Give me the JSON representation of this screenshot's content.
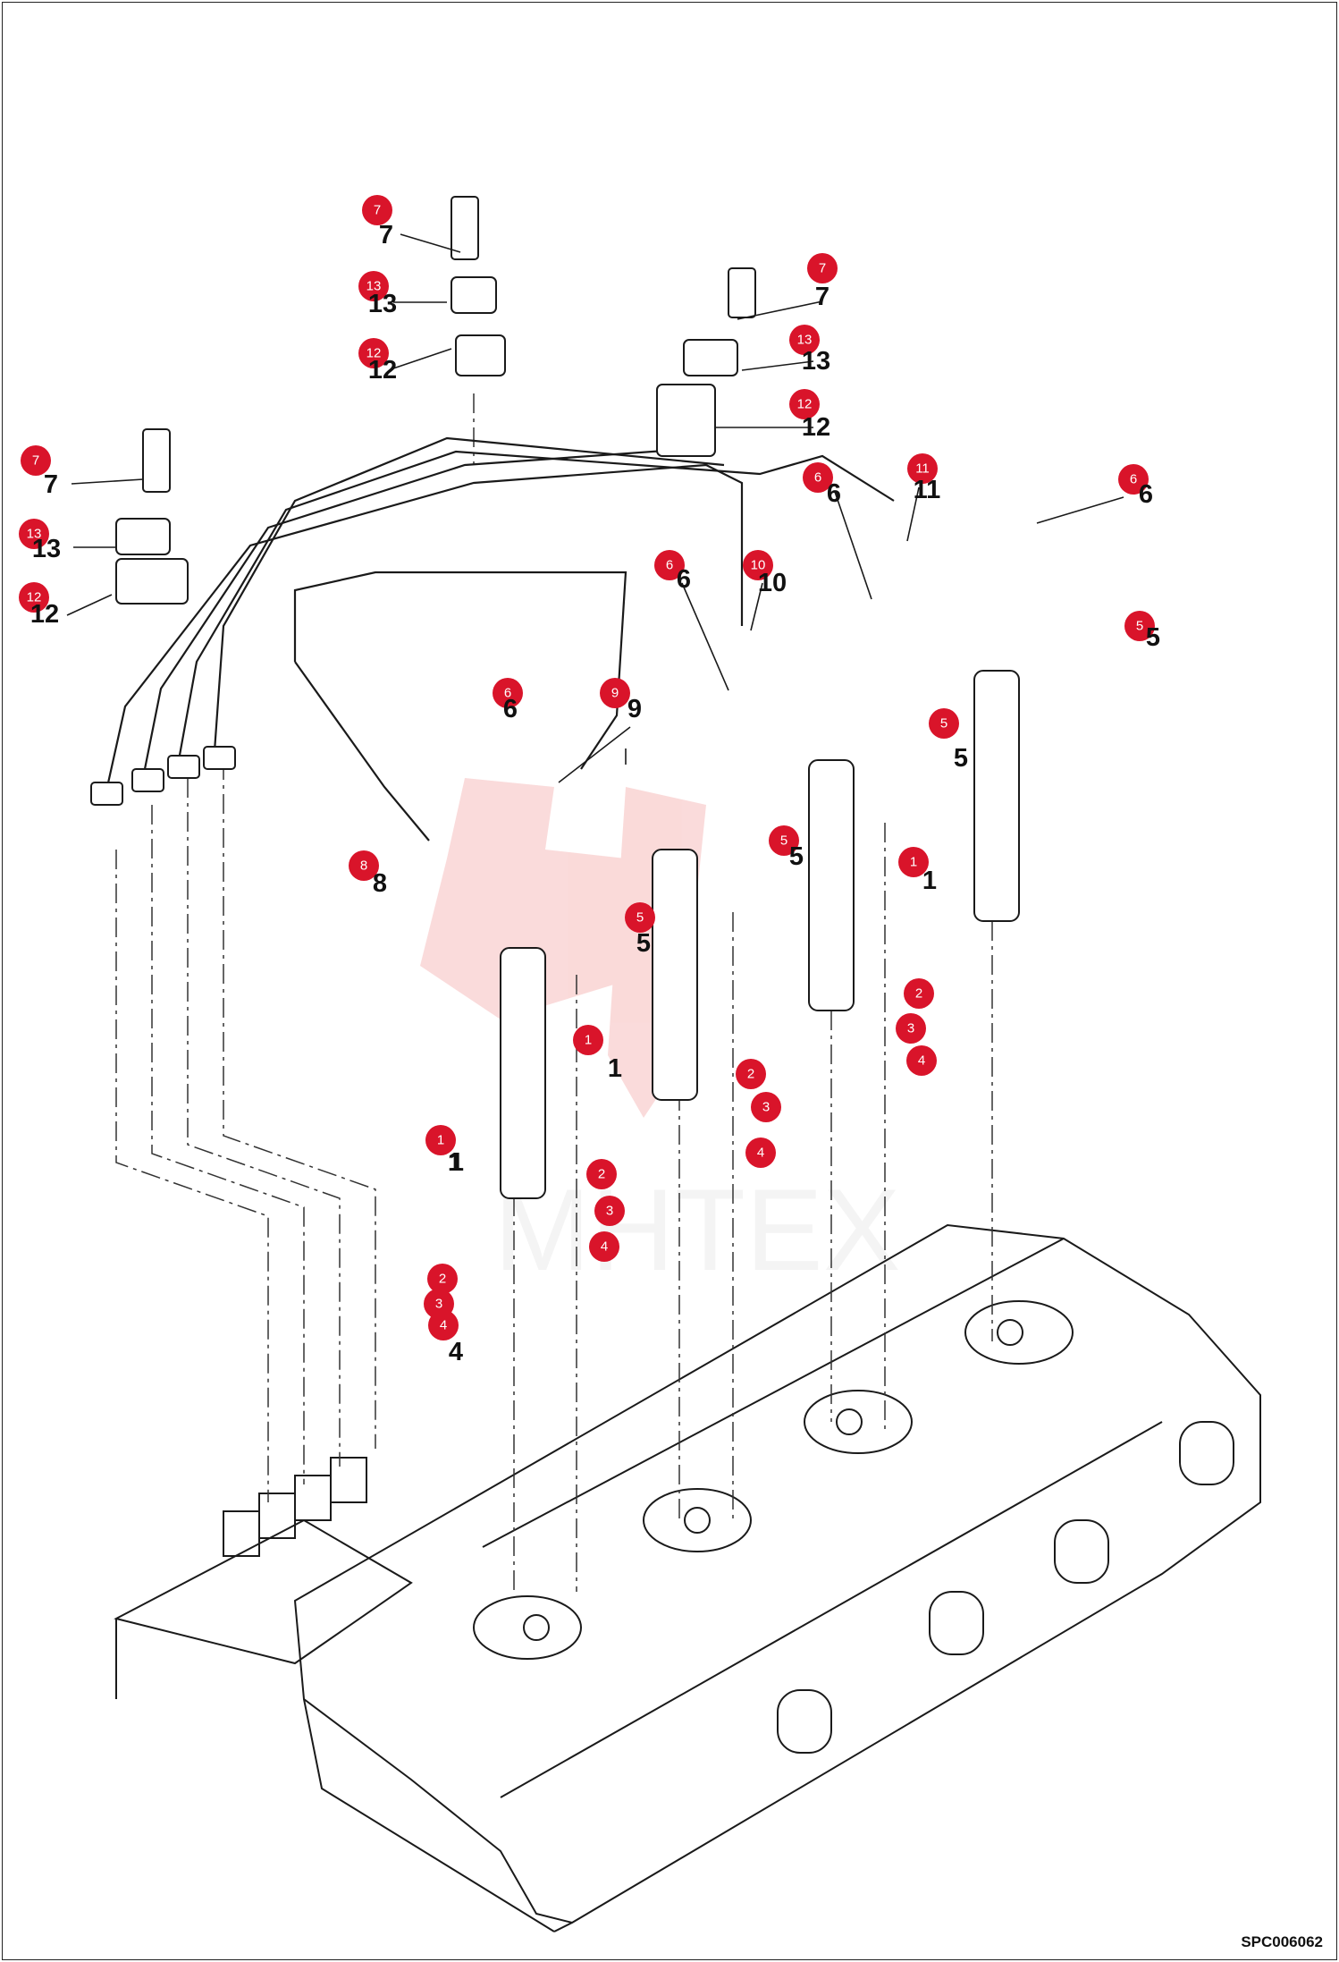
{
  "drawing_code": "SPC006062",
  "watermark_text": "MHTEX",
  "colors": {
    "callout_fill": "#d9142a",
    "callout_text": "#ffffff",
    "line": "#1a1a1a",
    "watermark": "#e53935"
  },
  "callouts": [
    {
      "num": "7"
    },
    {
      "num": "13"
    },
    {
      "num": "12"
    },
    {
      "num": "7"
    },
    {
      "num": "13"
    },
    {
      "num": "12"
    },
    {
      "num": "7"
    },
    {
      "num": "13"
    },
    {
      "num": "12"
    },
    {
      "num": "6"
    },
    {
      "num": "11"
    },
    {
      "num": "6"
    },
    {
      "num": "6"
    },
    {
      "num": "10"
    },
    {
      "num": "5"
    },
    {
      "num": "6"
    },
    {
      "num": "9"
    },
    {
      "num": "5"
    },
    {
      "num": "5"
    },
    {
      "num": "8"
    },
    {
      "num": "5"
    },
    {
      "num": "1"
    },
    {
      "num": "1"
    },
    {
      "num": "1"
    },
    {
      "num": "2"
    },
    {
      "num": "3"
    },
    {
      "num": "4"
    },
    {
      "num": "2"
    },
    {
      "num": "3"
    },
    {
      "num": "4"
    },
    {
      "num": "2"
    },
    {
      "num": "3"
    },
    {
      "num": "4"
    },
    {
      "num": "2"
    },
    {
      "num": "3"
    },
    {
      "num": "4"
    }
  ],
  "part_numbers": [
    {
      "num": "7"
    },
    {
      "num": "13"
    },
    {
      "num": "12"
    },
    {
      "num": "7"
    },
    {
      "num": "13"
    },
    {
      "num": "12"
    },
    {
      "num": "7"
    },
    {
      "num": "13"
    },
    {
      "num": "12"
    },
    {
      "num": "6"
    },
    {
      "num": "11"
    },
    {
      "num": "6"
    },
    {
      "num": "6"
    },
    {
      "num": "10"
    },
    {
      "num": "5"
    },
    {
      "num": "6"
    },
    {
      "num": "9"
    },
    {
      "num": "5"
    },
    {
      "num": "5"
    },
    {
      "num": "8"
    },
    {
      "num": "5"
    },
    {
      "num": "1"
    },
    {
      "num": "1"
    },
    {
      "num": "1"
    },
    {
      "num": "1"
    },
    {
      "num": "4"
    }
  ]
}
